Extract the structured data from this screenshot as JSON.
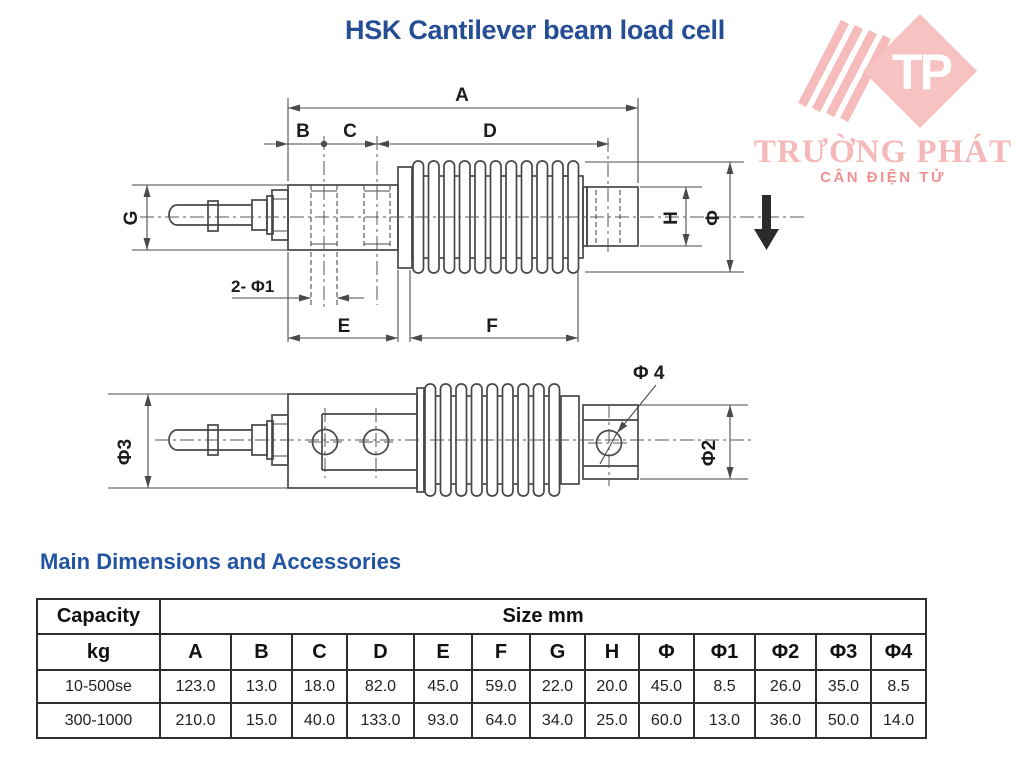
{
  "page": {
    "title": "HSK Cantilever beam load cell",
    "section_heading": "Main Dimensions and Accessories"
  },
  "logo": {
    "monogram": "TP",
    "name": "TRƯỜNG PHÁT",
    "subtitle": "CÂN ĐIỆN TỬ",
    "color_light": "#f6b9b9",
    "color_accent": "#ef9191"
  },
  "diagram": {
    "labels": {
      "a": "A",
      "b": "B",
      "c": "C",
      "d": "D",
      "e": "E",
      "f": "F",
      "g": "G",
      "h": "H",
      "phi": "Φ",
      "two_phi1": "2- Φ1",
      "phi2": "Φ2",
      "phi3": "Φ3",
      "phi4": "Φ 4"
    }
  },
  "table": {
    "capacity_header": "Capacity",
    "size_header": "Size mm",
    "unit_label": "kg",
    "columns": [
      "A",
      "B",
      "C",
      "D",
      "E",
      "F",
      "G",
      "H",
      "Φ",
      "Φ1",
      "Φ2",
      "Φ3",
      "Φ4"
    ],
    "rows": [
      {
        "capacity": "10-500se",
        "values": [
          "123.0",
          "13.0",
          "18.0",
          "82.0",
          "45.0",
          "59.0",
          "22.0",
          "20.0",
          "45.0",
          "8.5",
          "26.0",
          "35.0",
          "8.5"
        ]
      },
      {
        "capacity": "300-1000",
        "values": [
          "210.0",
          "15.0",
          "40.0",
          "133.0",
          "93.0",
          "64.0",
          "34.0",
          "25.0",
          "60.0",
          "13.0",
          "36.0",
          "50.0",
          "14.0"
        ]
      }
    ]
  }
}
